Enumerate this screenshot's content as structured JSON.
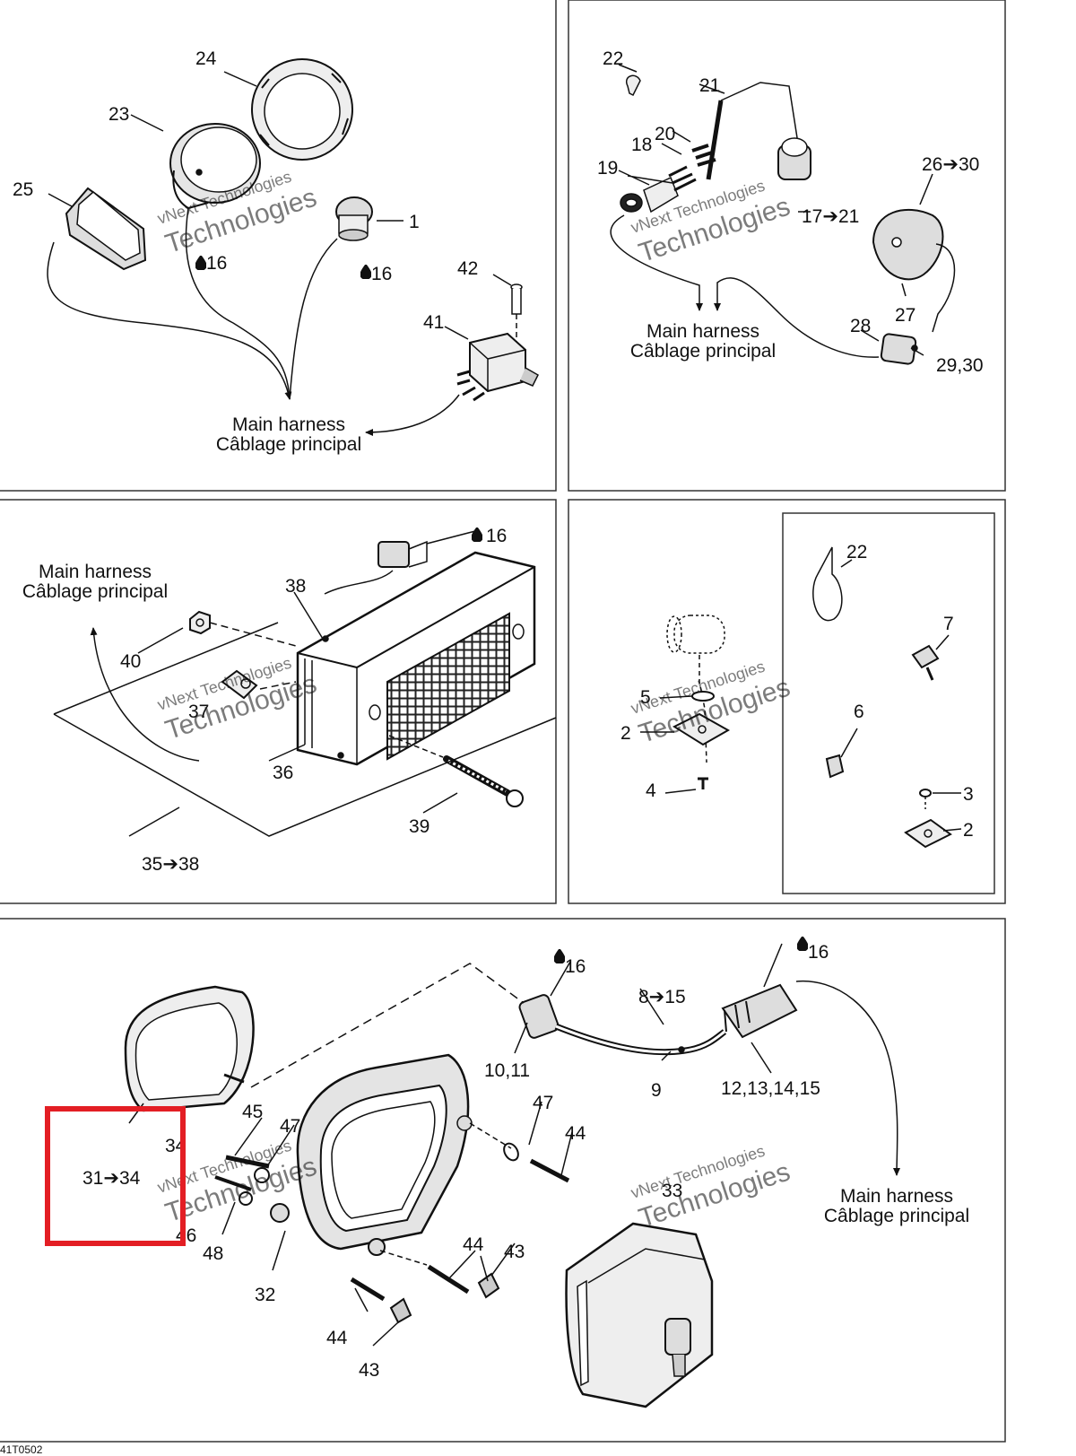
{
  "figure_code": "41T0502",
  "watermark": {
    "line1": "vNext Technologies",
    "line2": "Technologies"
  },
  "harness": {
    "en": "Main harness",
    "fr": "Câblage principal"
  },
  "labels": {
    "p1_24": "24",
    "p1_23": "23",
    "p1_25": "25",
    "p1_1": "1",
    "p1_16a": "16",
    "p1_16b": "16",
    "p1_42": "42",
    "p1_41": "41",
    "p2_22": "22",
    "p2_21": "21",
    "p2_20": "20",
    "p2_18": "18",
    "p2_19": "19",
    "p2_26_30": "26➔30",
    "p2_17_21": "17➔21",
    "p2_27": "27",
    "p2_28": "28",
    "p2_29_30": "29,30",
    "p3_16": "16",
    "p3_38": "38",
    "p3_40": "40",
    "p3_37": "37",
    "p3_36": "36",
    "p3_39": "39",
    "p3_35_38": "35➔38",
    "p4_22": "22",
    "p4_7": "7",
    "p4_5": "5",
    "p4_6": "6",
    "p4_2a": "2",
    "p4_4": "4",
    "p4_3": "3",
    "p4_2b": "2",
    "p5_16a": "16",
    "p5_16b": "16",
    "p5_8_15": "8➔15",
    "p5_10_11": "10,11",
    "p5_9": "9",
    "p5_12_15": "12,13,14,15",
    "p5_45": "45",
    "p5_47a": "47",
    "p5_47b": "47",
    "p5_44a": "44",
    "p5_34": "34",
    "p5_31_34": "31➔34",
    "p5_33": "33",
    "p5_46": "46",
    "p5_48": "48",
    "p5_32": "32",
    "p5_44b": "44",
    "p5_43a": "43",
    "p5_44c": "44",
    "p5_43b": "43"
  },
  "highlight": {
    "color": "#e31e24"
  }
}
